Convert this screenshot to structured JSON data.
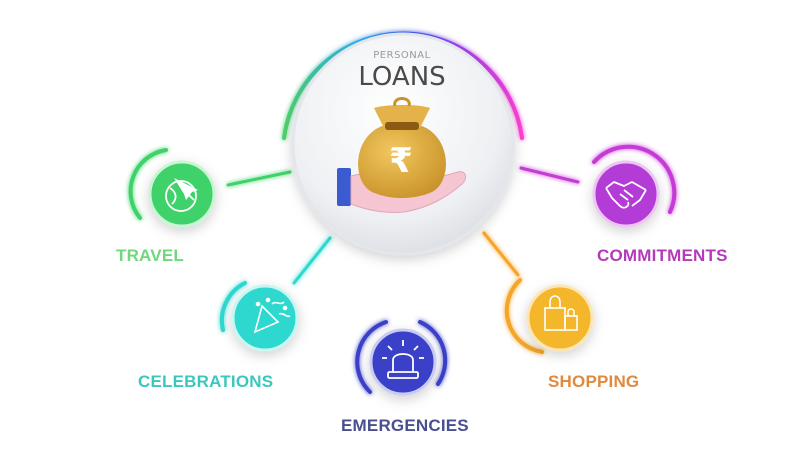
{
  "center": {
    "subtitle": "PERSONAL",
    "title": "LOANS",
    "currency_symbol": "₹",
    "icon": "money-bag-in-hand-icon",
    "ring_colors": [
      "#4fd16b",
      "#2fb3f5",
      "#3b57f0",
      "#a33ff0",
      "#ff3fd2"
    ]
  },
  "items": [
    {
      "key": "travel",
      "label": "TRAVEL",
      "icon": "airplane-globe-icon",
      "color": "#3fd26a",
      "dark": "#23a845"
    },
    {
      "key": "celebrations",
      "label": "CELEBRATIONS",
      "icon": "party-popper-icon",
      "color": "#2fd8cf",
      "dark": "#14b3ad"
    },
    {
      "key": "emergencies",
      "label": "EMERGENCIES",
      "icon": "siren-icon",
      "color": "#3a3fc8",
      "dark": "#2a2a9a"
    },
    {
      "key": "shopping",
      "label": "SHOPPING",
      "icon": "shopping-bag-icon",
      "color": "#f4b62a",
      "dark": "#d88f10"
    },
    {
      "key": "commitments",
      "label": "COMMITMENTS",
      "icon": "handshake-icon",
      "color": "#b33ad6",
      "dark": "#8f23b3"
    }
  ]
}
